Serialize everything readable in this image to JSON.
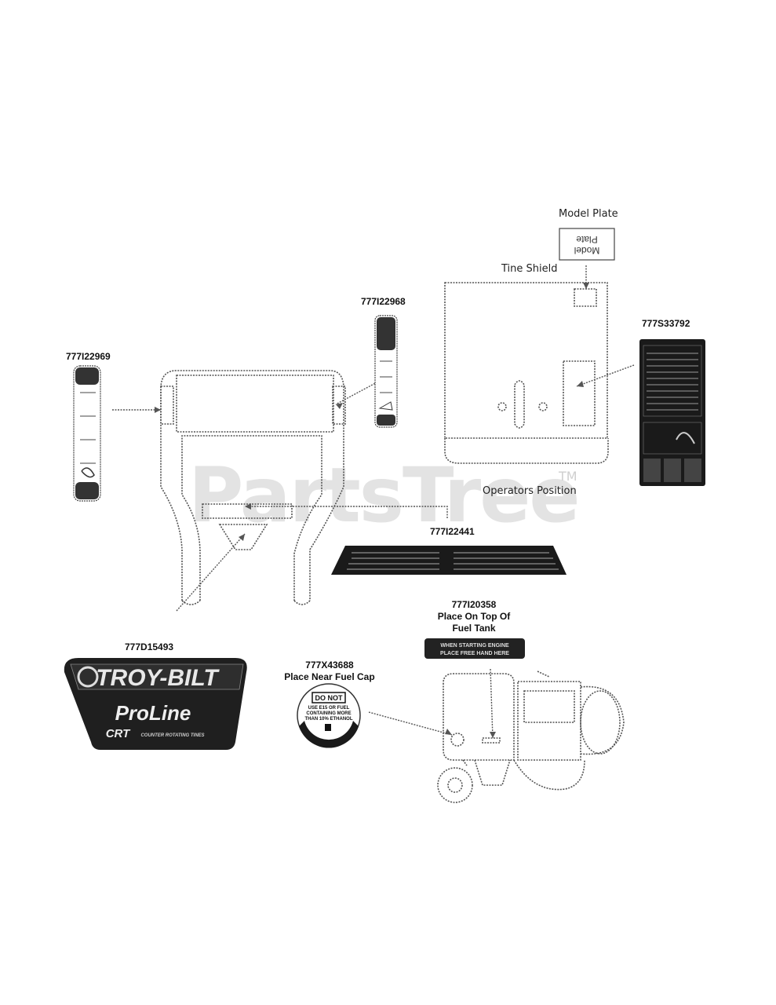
{
  "watermark": {
    "text": "PartsTree",
    "tm": "TM"
  },
  "callouts": {
    "model_plate": "Model Plate",
    "model_plate_box": "Model\nPlate",
    "tine_shield": "Tine Shield",
    "operators_position": "Operators Position"
  },
  "parts": [
    {
      "id": "777I22969",
      "label": "777I22969"
    },
    {
      "id": "777I22968",
      "label": "777I22968"
    },
    {
      "id": "777S33792",
      "label": "777S33792"
    },
    {
      "id": "777I22441",
      "label": "777I22441"
    },
    {
      "id": "777D15493",
      "label": "777D15493"
    },
    {
      "id": "777X43688",
      "label": "777X43688",
      "note": "Place Near Fuel Cap"
    },
    {
      "id": "777I20358",
      "label": "777I20358",
      "note_line1": "Place On Top Of",
      "note_line2": "Fuel Tank"
    }
  ],
  "decals": {
    "troybilt": {
      "brand": "TROY-BILT",
      "line": "ProLine",
      "sub": "CRT",
      "tag": "COUNTER ROTATING TINES"
    },
    "fuel_cap": {
      "top": "DO NOT",
      "l1": "USE E15 OR FUEL",
      "l2": "CONTAINING MORE",
      "l3": "THAN 10% ETHANOL"
    },
    "fuel_tank": {
      "l1": "WHEN STARTING ENGINE",
      "l2": "PLACE FREE HAND HERE"
    }
  },
  "colors": {
    "line": "#555555",
    "decal": "#1a1a1a",
    "watermark": "#e3e3e3"
  }
}
